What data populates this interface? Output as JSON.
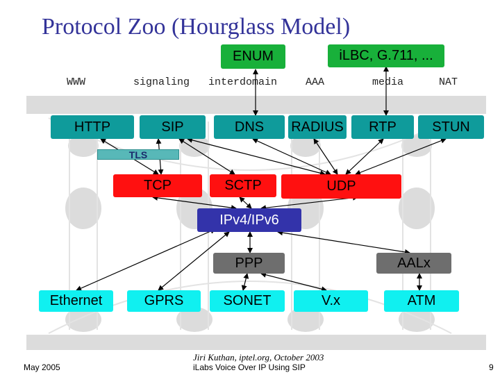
{
  "slide": {
    "title": "Protocol Zoo (Hourglass Model)"
  },
  "categories": {
    "www": "WWW",
    "signaling": "signaling",
    "interdomain": "interdomain",
    "aaa": "AAA",
    "media": "media",
    "nat": "NAT"
  },
  "protocols": {
    "enum": "ENUM",
    "codecs": "iLBC, G.711, ...",
    "http": "HTTP",
    "sip": "SIP",
    "dns": "DNS",
    "radius": "RADIUS",
    "rtp": "RTP",
    "stun": "STUN",
    "tls": "TLS",
    "tcp": "TCP",
    "sctp": "SCTP",
    "udp": "UDP",
    "ip": "IPv4/IPv6",
    "ppp": "PPP",
    "aalx": "AALx",
    "ethernet": "Ethernet",
    "gprs": "GPRS",
    "sonet": "SONET",
    "vx": "V.x",
    "atm": "ATM"
  },
  "colors": {
    "application_layer": "#0f9b9b",
    "top_layer": "#18b03a",
    "transport_layer": "#ff1010",
    "network_layer": "#3333aa",
    "adaptation_layer": "#6e6e6e",
    "link_layer": "#10f0f0",
    "title": "#333399"
  },
  "footer": {
    "date": "May 2005",
    "author": "Jiri Kuthan, iptel.org, October 2003",
    "subtitle": "iLabs Voice Over IP Using SIP",
    "page": "9"
  }
}
